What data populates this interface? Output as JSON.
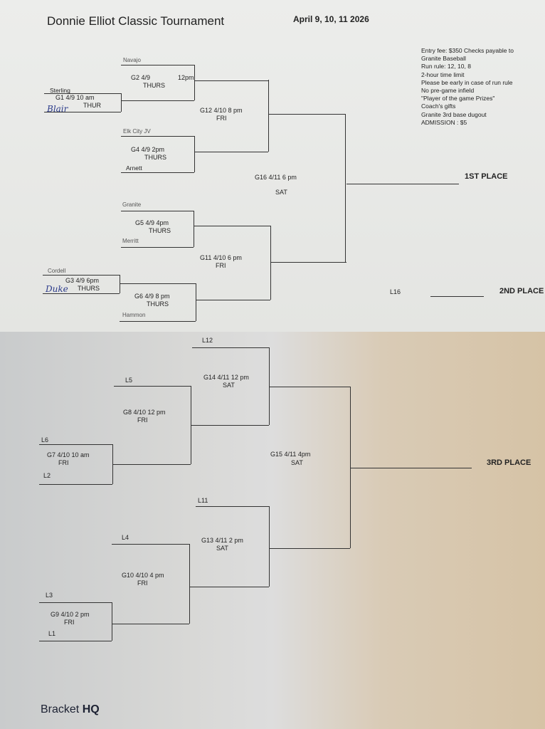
{
  "header": {
    "title": "Donnie Elliot Classic Tournament",
    "dates": "April 9, 10, 11 2026"
  },
  "notes": [
    "Entry fee: $350 Checks payable to",
    "Granite Baseball",
    "Run rule: 12, 10, 8",
    "2-hour time limit",
    "Please be early in case of run rule",
    "No pre-game infield",
    "\"Player of the game Prizes\"",
    "Coach's gifts",
    "Granite 3rd base dugout",
    "ADMISSION : $5"
  ],
  "teams": {
    "navajo": "Navajo",
    "sterling": "Sterling",
    "blair": "Blair",
    "elk_city": "Elk City JV",
    "arnett": "Arnett",
    "granite": "Granite",
    "merritt": "Merritt",
    "cordell": "Cordell",
    "duke": "Duke",
    "hammon": "Hammon"
  },
  "games": {
    "g1": {
      "line1": "G1     4/9    10 am",
      "line2": "THUR"
    },
    "g2": {
      "line1": "G2    4/9",
      "time": "12pm",
      "line2": "THURS"
    },
    "g4": {
      "line1": "G4   4/9    2pm",
      "line2": "THURS"
    },
    "g12": {
      "line1": "G12     4/10    8 pm",
      "line2": "FRI"
    },
    "g5": {
      "line1": "G5    4/9    4pm",
      "line2": "THURS"
    },
    "g3": {
      "line1": "G3    4/9    6pm",
      "line2": "THURS"
    },
    "g6": {
      "line1": "G6    4/9    8 pm",
      "line2": "THURS"
    },
    "g11": {
      "line1": "G11    4/10    6 pm",
      "line2": "FRI"
    },
    "g16": {
      "line1": "G16   4/11    6 pm",
      "line2": "SAT"
    },
    "g14": {
      "line1": "G14   4/11  12 pm",
      "line2": "SAT"
    },
    "g8": {
      "line1": "G8   4/10    12 pm",
      "line2": "FRI"
    },
    "g7": {
      "line1": "G7   4/10     10 am",
      "line2": "FRI"
    },
    "g15": {
      "line1": "G15    4/11    4pm",
      "line2": "SAT"
    },
    "g13": {
      "line1": "G13   4/11     2 pm",
      "line2": "SAT"
    },
    "g10": {
      "line1": "G10   4/10    4 pm",
      "line2": "FRI"
    },
    "g9": {
      "line1": "G9   4/10    2 pm",
      "line2": "FRI"
    }
  },
  "losers": {
    "l12": "L12",
    "l5": "L5",
    "l6": "L6",
    "l2": "L2",
    "l11": "L11",
    "l4": "L4",
    "l3": "L3",
    "l1": "L1",
    "l16": "L16"
  },
  "places": {
    "first": "1ST PLACE",
    "second": "2ND PLACE",
    "third": "3RD PLACE"
  },
  "footer": {
    "brand_a": "Bracket ",
    "brand_b": "HQ"
  }
}
